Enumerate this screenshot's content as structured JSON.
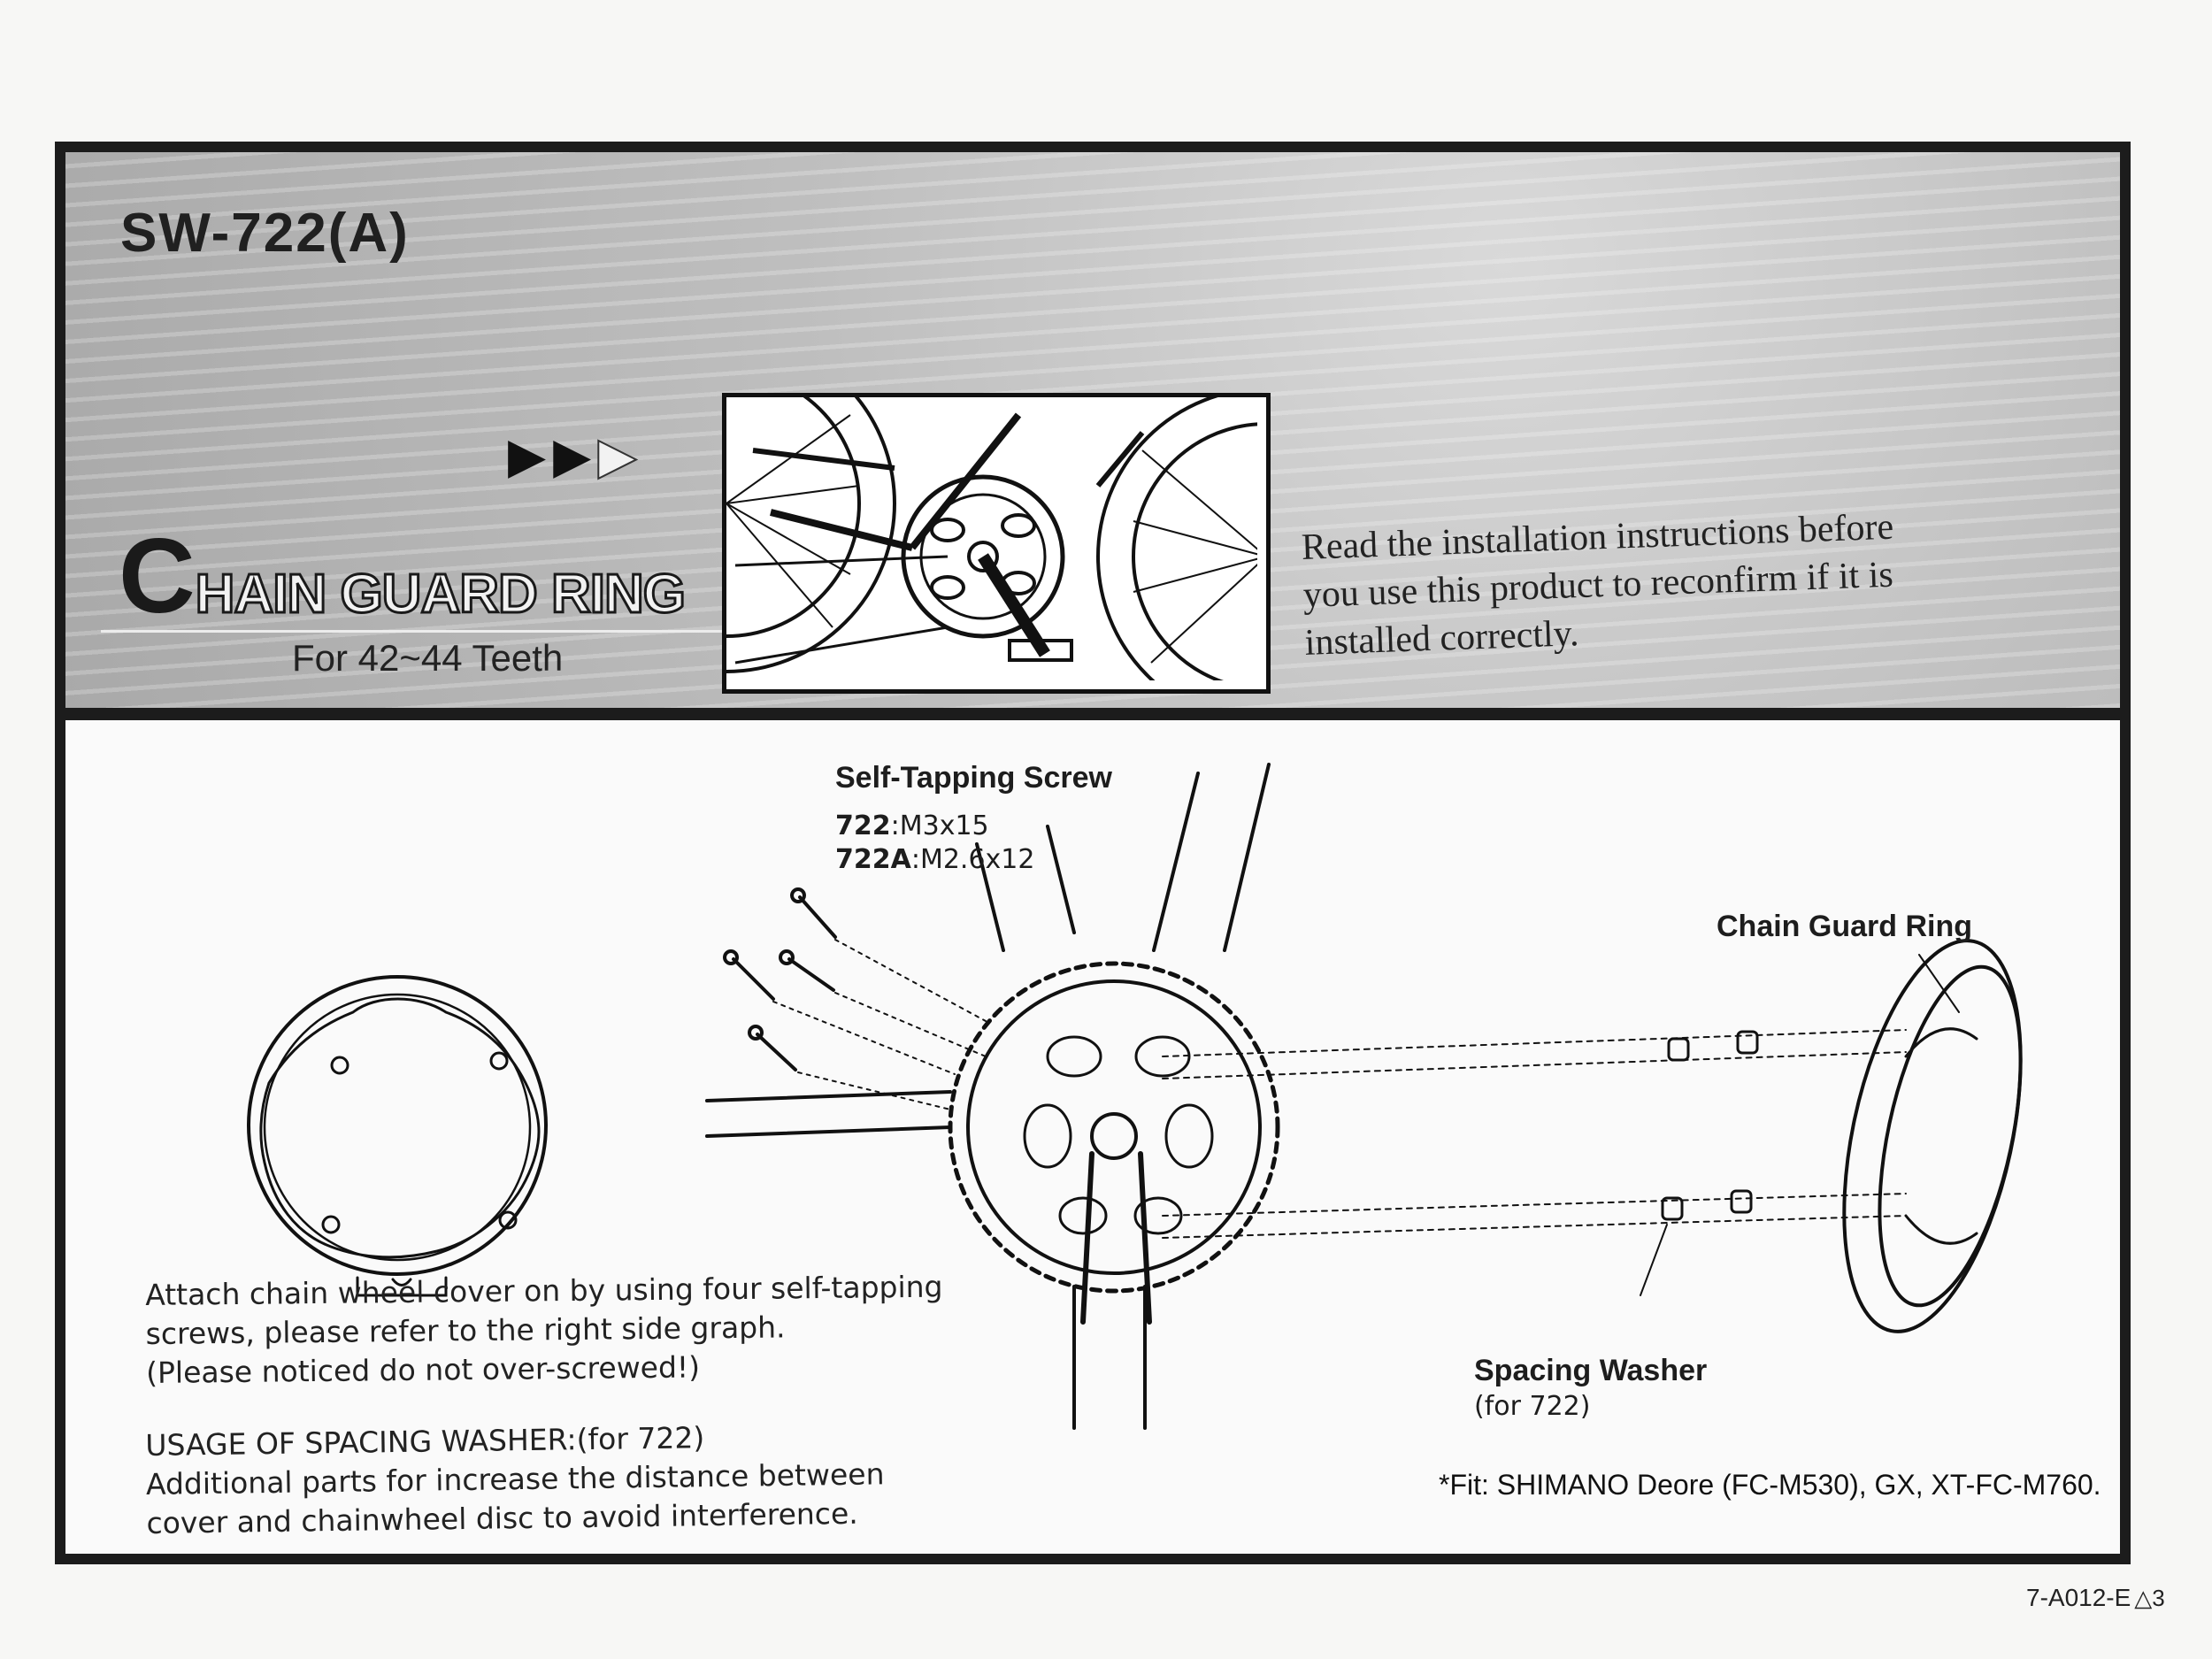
{
  "header": {
    "model_code": "SW-722(A)",
    "title_cap": "C",
    "title_rest": "HAIN GUARD RING",
    "teeth_note": "For 42~44 Teeth",
    "warning_lines": [
      "Read the installation instructions before",
      "you use this product to reconfirm if it is",
      "installed correctly."
    ]
  },
  "diagram": {
    "screw_title": "Self-Tapping Screw",
    "screw_spec_1_model": "722",
    "screw_spec_1_size": ":M3x15",
    "screw_spec_2_model": "722A",
    "screw_spec_2_size": ":M2.6x12",
    "ring_label": "Chain Guard Ring",
    "washer_label": "Spacing Washer",
    "washer_sub": "(for 722)"
  },
  "instructions": {
    "line1": "Attach chain wheel cover on by using four self-tapping",
    "line2": "screws, please refer to the right side graph.",
    "line3": "(Please noticed do not over-screwed!)"
  },
  "usage": {
    "heading": "USAGE OF SPACING WASHER:(for 722)",
    "line1": "Additional parts for increase the distance between",
    "line2": "cover and chainwheel disc to avoid interference."
  },
  "fit_note": "*Fit: SHIMANO Deore (FC-M530), GX, XT-FC-M760.",
  "doc_code": "7-A012-E",
  "doc_page": "3"
}
